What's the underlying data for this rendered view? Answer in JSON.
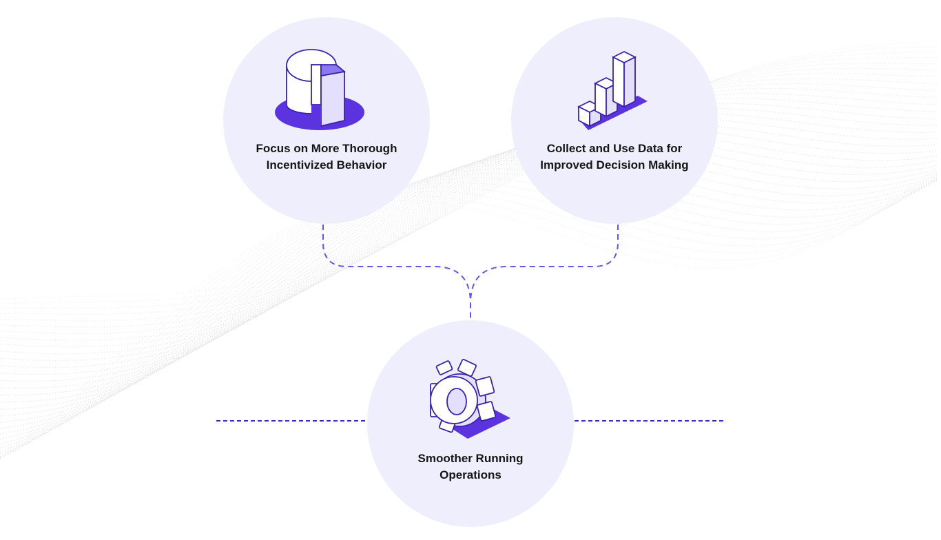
{
  "colors": {
    "accent": "#5b34e0",
    "accent_light": "#8c78ef",
    "circle_fill": "#efeefd",
    "connector": "#5a58e6",
    "line_stroke": "#4a2bb8",
    "background_wave": "#d9d9de"
  },
  "nodes": {
    "focus": {
      "label_line1": "Focus on More Thorough",
      "label_line2": "Incentivized Behavior",
      "icon": "cylinder-chart-icon"
    },
    "collect": {
      "label_line1": "Collect and Use Data for",
      "label_line2": "Improved Decision Making",
      "icon": "bar-chart-icon"
    },
    "smoother": {
      "label_line1": "Smoother Running",
      "label_line2": "Operations",
      "icon": "gear-icon"
    }
  }
}
